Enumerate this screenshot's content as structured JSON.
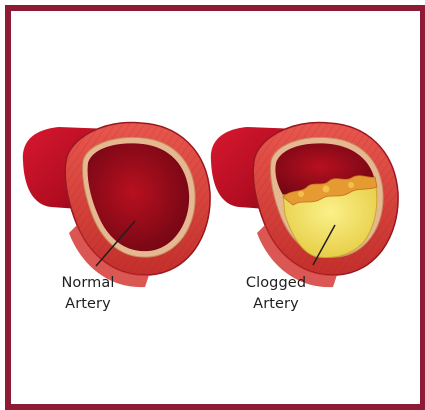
{
  "frame": {
    "border_color": "#8e1b36"
  },
  "illustration": {
    "normal_artery": {
      "label_line1": "Normal",
      "label_line2": "Artery"
    },
    "clogged_artery": {
      "label_line1": "Clogged",
      "label_line2": "Artery"
    },
    "colors": {
      "vessel_red": "#c8102e",
      "lumen_dark": "#8a0a1b",
      "wall_tissue": "#e2473f",
      "plaque_yellow": "#f2e15a",
      "plaque_orange": "#e69a32"
    }
  }
}
